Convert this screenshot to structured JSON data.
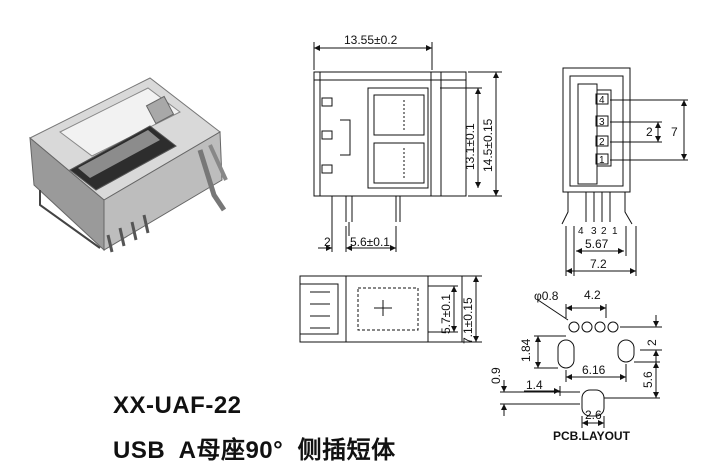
{
  "product": {
    "model": "XX-UAF-22",
    "description": "USB  A母座90°  侧插短体"
  },
  "front_view": {
    "width_dim": "13.55±0.2",
    "height_inner_dim": "13.1±0.1",
    "height_outer_dim": "14.5±0.15",
    "pin_offset_dim": "2",
    "pin_pitch_dim": "5.6±0.1"
  },
  "side_view": {
    "pin_numbers_right": [
      "4",
      "3",
      "2",
      "1"
    ],
    "pin_numbers_bottom": [
      "4",
      "3",
      "2",
      "1"
    ],
    "pitch_small_dim": "2",
    "pitch_large_dim": "7",
    "span_inner_dim": "5.67",
    "span_outer_dim": "7.2"
  },
  "top_view": {
    "inner_dim": "5.7±0.1",
    "outer_dim": "7.1±0.15"
  },
  "pcb_layout": {
    "label": "PCB.LAYOUT",
    "hole_dia": "φ0.8",
    "pitch": "4.2",
    "row_offset": "2",
    "slot_height": "1.84",
    "slot_span": "6.16",
    "left_offset": "1.4",
    "slot_width": "0.9",
    "vertical_offset": "5.6",
    "bottom_width": "2.6"
  }
}
